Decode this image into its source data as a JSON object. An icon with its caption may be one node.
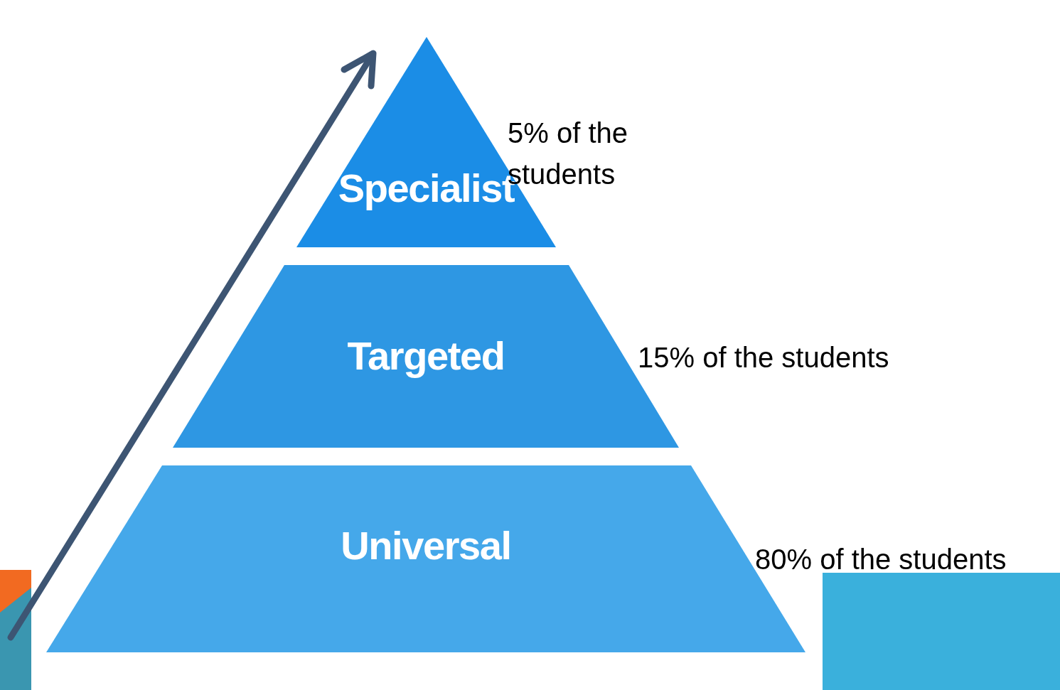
{
  "diagram": {
    "nodes": [
      {
        "text": [
          "Specialist"
        ],
        "beside": [
          "5% of the students"
        ]
      },
      {
        "text": [
          "Targeted"
        ],
        "beside": [
          "15% of the students"
        ]
      },
      {
        "text": [
          "Universal"
        ],
        "beside": [
          "80% of the students"
        ]
      }
    ]
  }
}
